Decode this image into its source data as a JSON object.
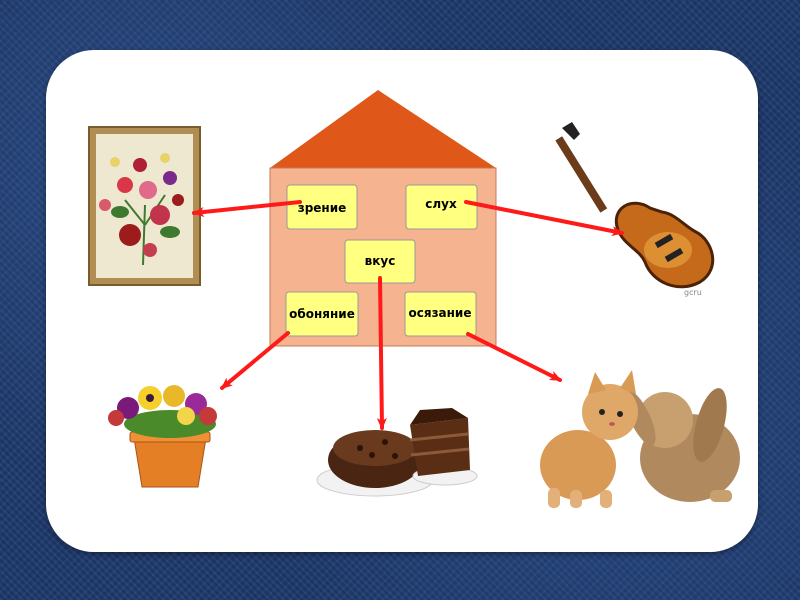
{
  "house": {
    "roof_color": "#e0571a",
    "wall_color": "#f5b38f",
    "box_color": "#ffff80"
  },
  "senses": {
    "sight": "зрение",
    "hearing": "слух",
    "taste": "вкус",
    "smell": "обоняние",
    "touch": "осязание"
  },
  "objects": {
    "sight": "embroidered-flower-picture",
    "hearing": "electric-guitar",
    "smell": "potted-pansies",
    "taste": "chocolate-cake",
    "touch": "kitten-and-rabbit"
  },
  "watermark": "gcru",
  "arrow_color": "#ff1a1a"
}
